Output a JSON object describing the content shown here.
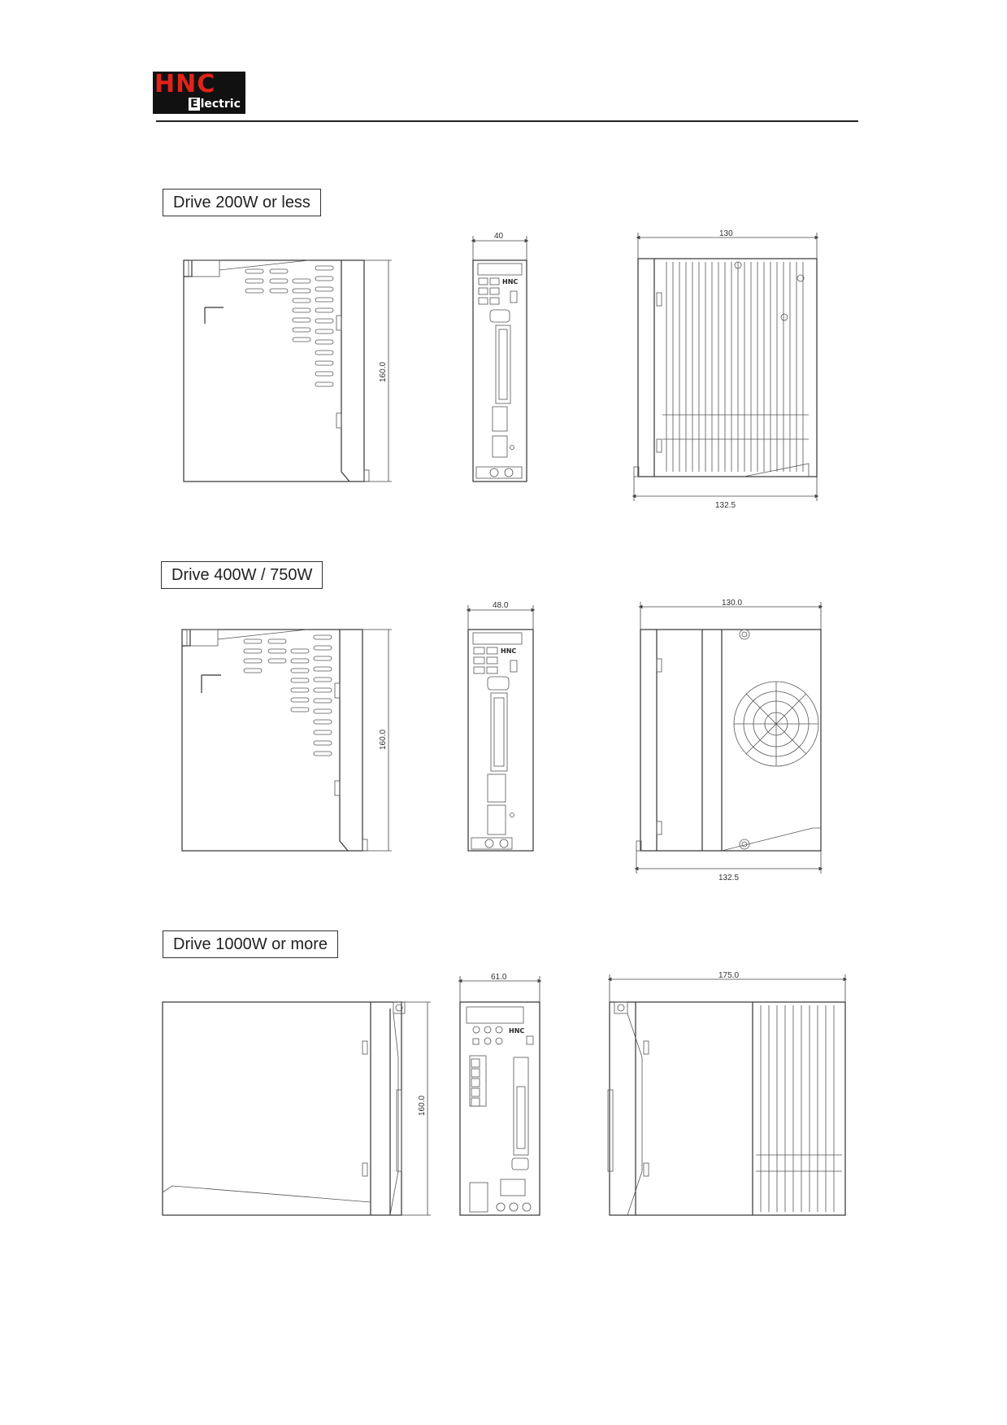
{
  "logo": {
    "brand": "HNC",
    "sub": "Electric"
  },
  "sections": [
    {
      "label": "Drive 200W or less",
      "dims": {
        "front_width": "40",
        "side_depth": "130",
        "side_total": "132.5",
        "height": "160.0"
      },
      "front_brand": "HNC"
    },
    {
      "label": "Drive 400W / 750W",
      "dims": {
        "front_width": "48.0",
        "side_depth": "130.0",
        "side_total": "132.5",
        "height": "160.0"
      },
      "front_brand": "HNC"
    },
    {
      "label": "Drive 1000W or more",
      "dims": {
        "front_width": "61.0",
        "side_depth": "175.0",
        "height": "160.0"
      },
      "front_brand": "HNC"
    }
  ]
}
